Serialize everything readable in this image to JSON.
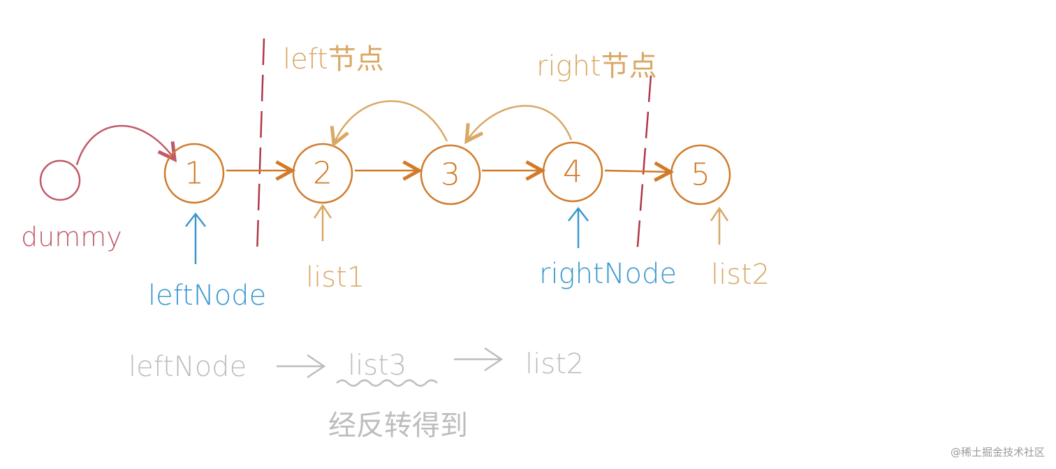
{
  "colors": {
    "node": "#d17a2a",
    "label": "#d9a865",
    "pointer": "#3a97d0",
    "dummy": "#c05a6a",
    "divider": "#b03848",
    "gray": "#bdbdbd",
    "watermark": "#9a9a9a"
  },
  "nodes": [
    {
      "value": "1"
    },
    {
      "value": "2"
    },
    {
      "value": "3"
    },
    {
      "value": "4"
    },
    {
      "value": "5"
    }
  ],
  "labels": {
    "dummy": "dummy",
    "left_section": "left节点",
    "right_section": "right节点",
    "left_node": "leftNode",
    "list1": "list1",
    "right_node": "rightNode",
    "list2": "list2"
  },
  "formula": {
    "left": "leftNode",
    "middle": "list3",
    "right": "list2",
    "note": "经反转得到"
  },
  "watermark": "@稀土掘金技术社区"
}
